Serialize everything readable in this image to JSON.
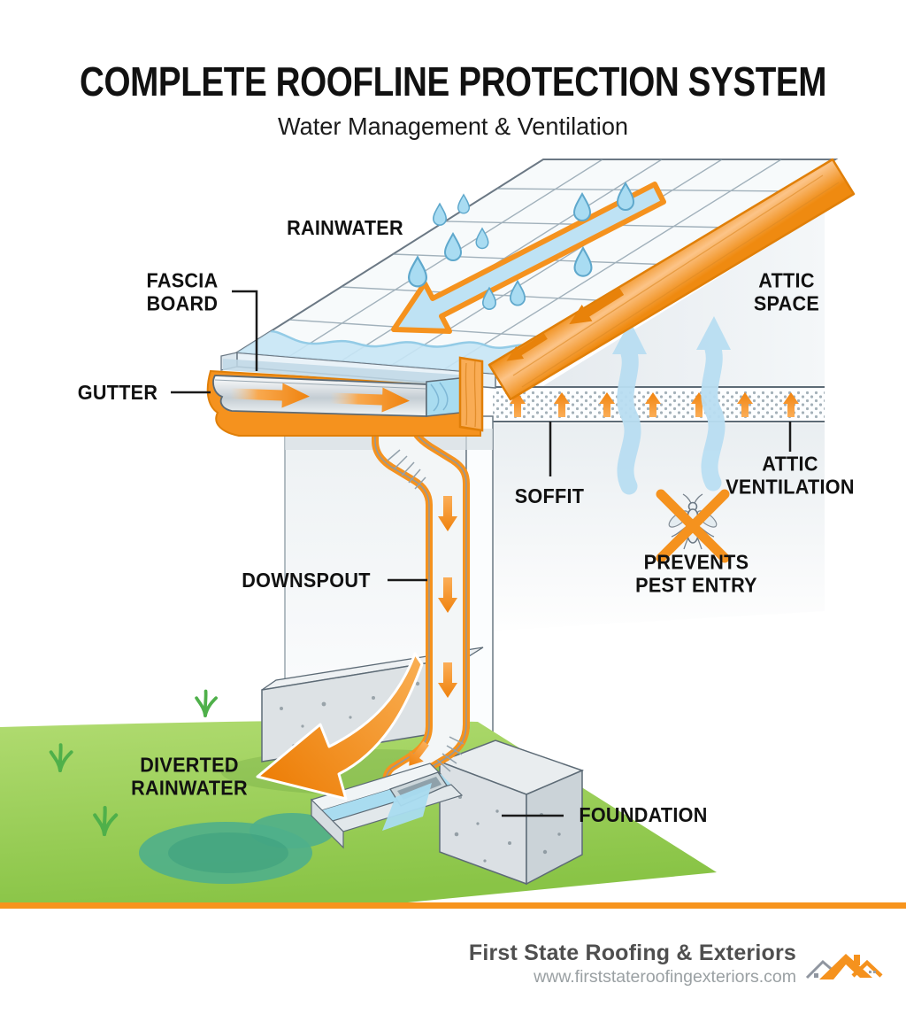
{
  "header": {
    "title": "COMPLETE ROOFLINE PROTECTION SYSTEM",
    "subtitle": "Water Management & Ventilation"
  },
  "diagram": {
    "labels": {
      "rainwater": "RAINWATER",
      "fascia_board": "FASCIA\nBOARD",
      "gutter": "GUTTER",
      "attic_space": "ATTIC\nSPACE",
      "soffit": "SOFFIT",
      "attic_ventilation": "ATTIC\nVENTILATION",
      "prevents_pest_entry": "PREVENTS\nPEST ENTRY",
      "downspout": "DOWNSPOUT",
      "diverted_rainwater": "DIVERTED\nRAINWATER",
      "foundation": "FOUNDATION"
    },
    "icons": [
      "raindrop-icon",
      "water-flow-arrow-icon",
      "gutter-flow-arrow-icon",
      "downspout-flow-arrow-icon",
      "soffit-vent-arrow-icon",
      "airflow-wave-arrow-icon",
      "pest-fly-icon",
      "pest-blocked-x-icon",
      "diverted-water-swoosh-arrow-icon",
      "grass-tuft-icon"
    ],
    "colors": {
      "accent_orange": "#F5921E",
      "deep_orange": "#EF820D",
      "water_blue": "#A9DCF0",
      "pale_blue_arrow": "#BEE2F4",
      "wall_gray": "#EBEFF2",
      "concrete_gray": "#DCE1E4",
      "grass_green": "#97CE53",
      "puddle_teal": "#4FAF8B",
      "label_black": "#111111"
    }
  },
  "footer": {
    "company": "First State Roofing & Exteriors",
    "website": "www.firststateroofingexteriors.com",
    "divider_color": "#F7941D"
  }
}
